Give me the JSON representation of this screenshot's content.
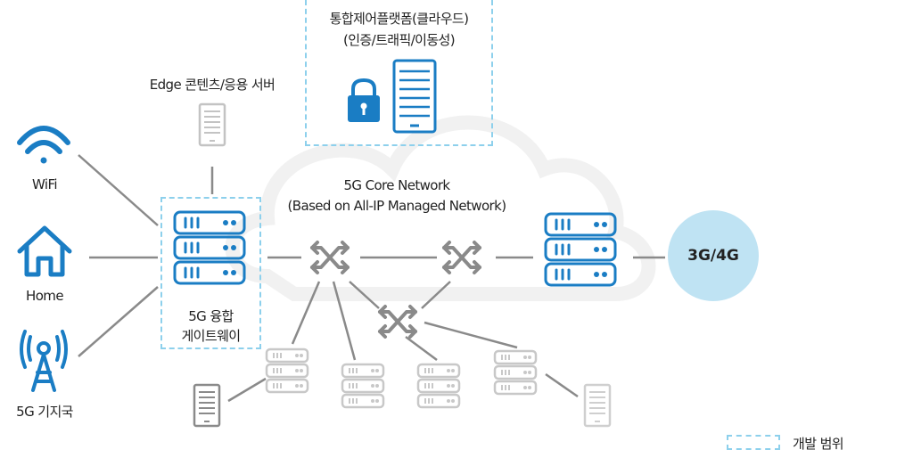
{
  "labels": {
    "platform_line1": "통합제어플랫폼(클라우드)",
    "platform_line2": "(인증/트래픽/이동성)",
    "edge_server": "Edge 콘텐츠/응용 서버",
    "wifi": "WiFi",
    "home": "Home",
    "base_station": "5G 기지국",
    "core_line1": "5G Core Network",
    "core_line2": "(Based on All-IP Managed Network)",
    "gateway_line1": "5G 융합",
    "gateway_line2": "게이트웨이",
    "legacy_network": "3G/4G"
  },
  "legend": {
    "label": "개발 범위"
  },
  "colors": {
    "accent_blue": "#1a7dc4",
    "dash_blue": "#8dd0ec",
    "badge_fill": "#bfe3f3",
    "line_gray": "#8a8a8a",
    "faded_gray": "#c8c8c8",
    "cloud_gray": "#f1f1f1"
  }
}
